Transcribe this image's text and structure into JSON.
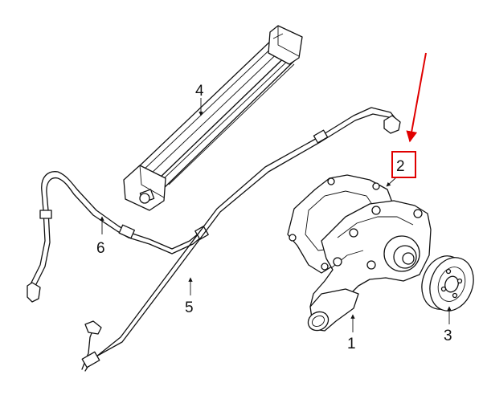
{
  "callouts": [
    {
      "id": "1",
      "label": "1"
    },
    {
      "id": "2",
      "label": "2"
    },
    {
      "id": "3",
      "label": "3"
    },
    {
      "id": "4",
      "label": "4"
    },
    {
      "id": "5",
      "label": "5"
    },
    {
      "id": "6",
      "label": "6"
    }
  ],
  "highlight": {
    "callout": "2",
    "color": "#e00000"
  }
}
